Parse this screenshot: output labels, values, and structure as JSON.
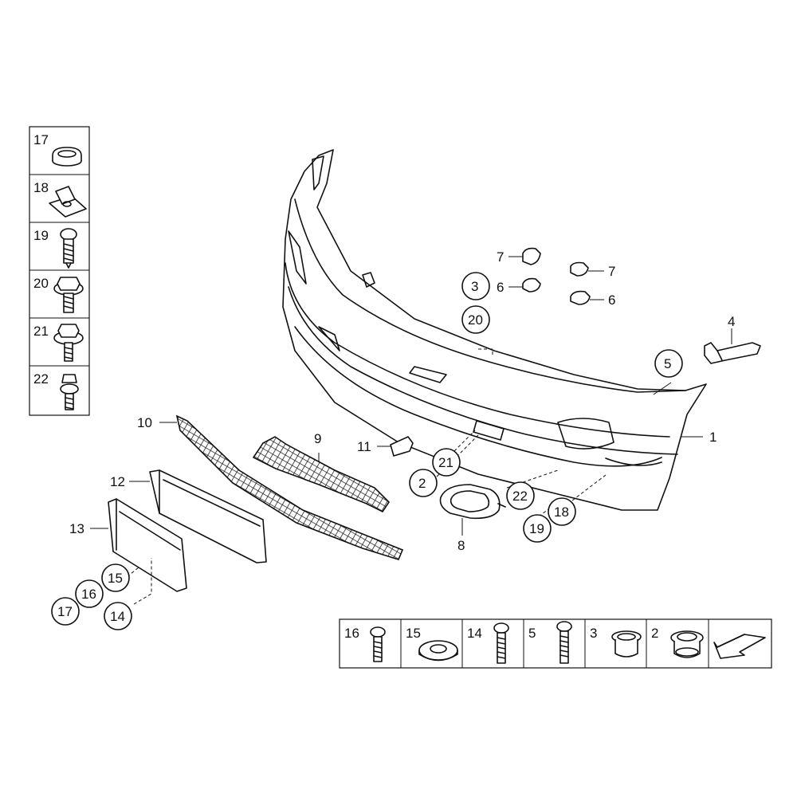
{
  "callouts": {
    "c1": "1",
    "c2": "2",
    "c3": "3",
    "c4": "4",
    "c5": "5",
    "c6a": "6",
    "c6b": "6",
    "c7a": "7",
    "c7b": "7",
    "c8": "8",
    "c9": "9",
    "c10": "10",
    "c11": "11",
    "c12": "12",
    "c13": "13",
    "c14": "14",
    "c15": "15",
    "c16": "16",
    "c17": "17",
    "c18": "18",
    "c19": "19",
    "c20": "20",
    "c21": "21",
    "c22": "22"
  },
  "left_legend": {
    "items": [
      "17",
      "18",
      "19",
      "20",
      "21",
      "22"
    ]
  },
  "bottom_legend": {
    "items": [
      "16",
      "15",
      "14",
      "5",
      "3",
      "2"
    ]
  }
}
